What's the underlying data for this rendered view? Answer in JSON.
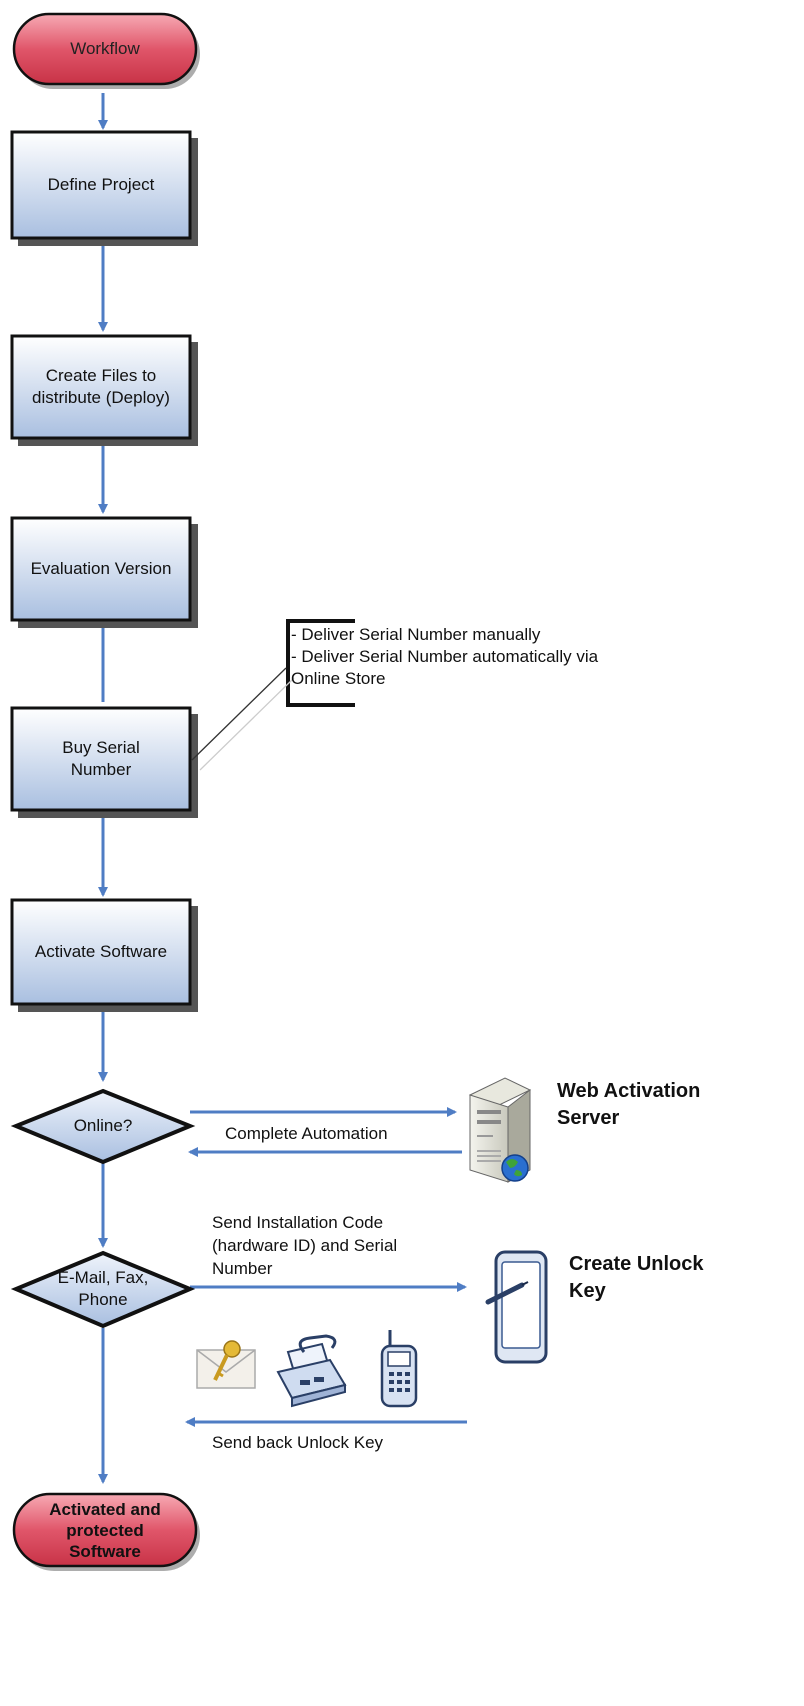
{
  "diagram": {
    "start": "Workflow",
    "steps": {
      "define_project": "Define Project",
      "create_files": "Create Files to distribute (Deploy)",
      "evaluation": "Evaluation Version",
      "buy_serial": "Buy Serial Number",
      "activate": "Activate Software"
    },
    "decisions": {
      "online": "Online?",
      "email": "E-Mail, Fax, Phone"
    },
    "end": "Activated and protected Software",
    "note": {
      "line1": "- Deliver Serial Number manually",
      "line2": "- Deliver Serial Number automatically via",
      "line3": "Online Store"
    },
    "edges": {
      "complete_automation": "Complete Automation",
      "send_code_1": "Send Installation Code",
      "send_code_2": "(hardware ID) and Serial",
      "send_code_3": "Number",
      "send_back": "Send back Unlock Key"
    },
    "side": {
      "web_server_1": "Web Activation",
      "web_server_2": "Server",
      "unlock_1": "Create Unlock",
      "unlock_2": "Key"
    },
    "icons": [
      "server-icon",
      "globe-icon",
      "tablet-pen-icon",
      "email-key-icon",
      "fax-icon",
      "cellphone-icon"
    ],
    "colors": {
      "terminator": "#d9475c",
      "process_top": "#ffffff",
      "process_bottom": "#a9bfe0",
      "decision": "#b9cbe8",
      "arrow": "#4f7dc4"
    }
  }
}
